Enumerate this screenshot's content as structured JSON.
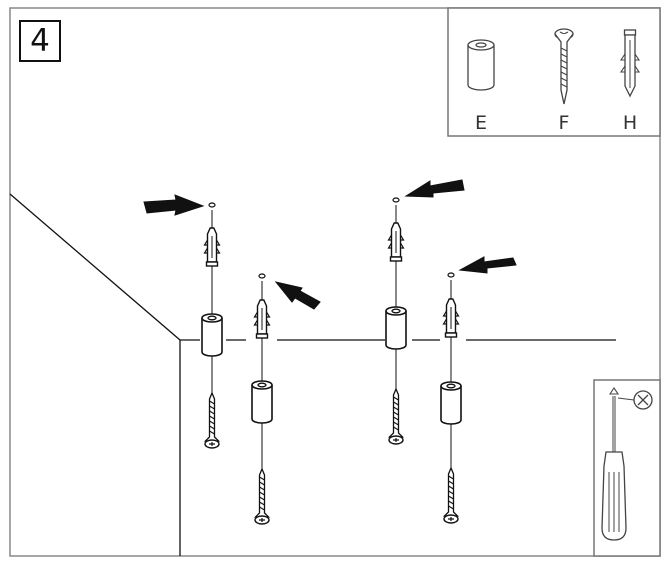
{
  "step": {
    "number": "4"
  },
  "parts": [
    {
      "letter": "E",
      "icon": "spacer-sleeve-icon"
    },
    {
      "letter": "F",
      "icon": "wood-screw-icon"
    },
    {
      "letter": "H",
      "icon": "wall-plug-icon"
    }
  ],
  "tool": {
    "icon": "phillips-screwdriver-icon",
    "bit": "phillips-head-icon"
  },
  "colors": {
    "line": "#111111",
    "border": "#777777",
    "fill": "#ffffff"
  }
}
